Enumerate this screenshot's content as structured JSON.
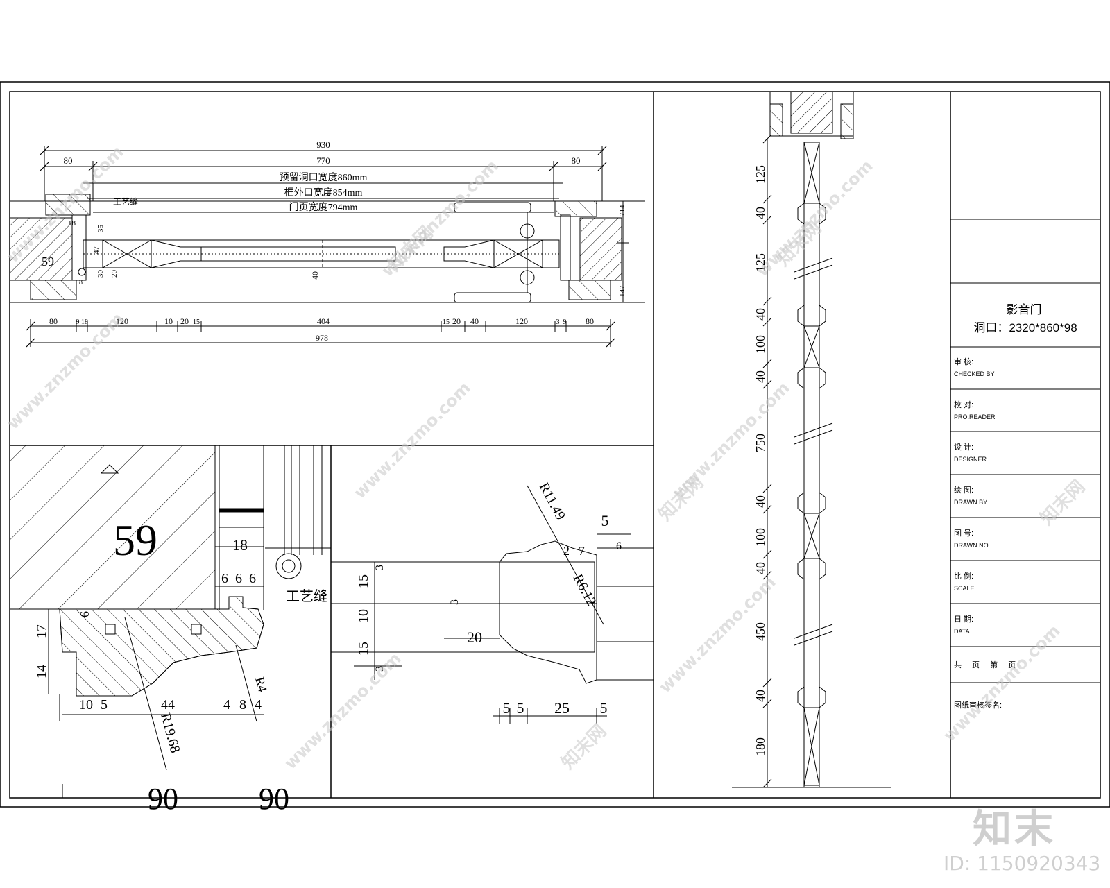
{
  "title_block": {
    "project_name": "影音门",
    "opening_size": "洞口：2320*860*98",
    "rows": [
      {
        "cn": "审 核:",
        "en": "CHECKED BY"
      },
      {
        "cn": "校 对:",
        "en": "PRO.READER"
      },
      {
        "cn": "设 计:",
        "en": "DESIGNER"
      },
      {
        "cn": "绘 图:",
        "en": "DRAWN BY"
      },
      {
        "cn": "图 号:",
        "en": "DRAWN NO"
      },
      {
        "cn": "比 例:",
        "en": "SCALE"
      },
      {
        "cn": "日 期:",
        "en": "DATA"
      },
      {
        "cn": "共 页 第 页",
        "en": ""
      },
      {
        "cn": "图纸审核签名:",
        "en": ""
      }
    ]
  },
  "plan_view": {
    "dim_overall": "930",
    "dim_left": "80",
    "dim_middle": "770",
    "dim_right": "80",
    "note_opening": "预留洞口宽度860mm",
    "note_frame": "框外口宽度854mm",
    "note_leaf": "门页宽度794mm",
    "label_gap": "工艺缝",
    "label_59": "59",
    "label_40": "40",
    "label_714": "714",
    "label_147": "147",
    "label_18": "18",
    "label_30": "30",
    "label_20": "20",
    "label_47": "47",
    "label_35": "35",
    "label_8": "8",
    "bottom_dims": [
      "80",
      "9",
      "18",
      "120",
      "10",
      "20",
      "15",
      "404",
      "15",
      "20",
      "40",
      "120",
      "3",
      "9",
      "80"
    ],
    "bottom_total": "978"
  },
  "detail_a": {
    "label_59": "59",
    "dims": [
      "18",
      "6",
      "6",
      "6",
      "6",
      "17",
      "14",
      "10",
      "5",
      "44",
      "4",
      "8",
      "4",
      "R4",
      "R19.68"
    ],
    "label_gap": "工艺缝",
    "partial_bottom": [
      "90",
      "90"
    ]
  },
  "detail_b": {
    "dims_left": [
      "15",
      "10",
      "15",
      "3",
      "3",
      "3"
    ],
    "dim_20": "20",
    "radius_1": "R11.49",
    "radius_2": "R6.12",
    "dim_5_top": "5",
    "dim_2": "2",
    "dim_7": "7",
    "dim_6": "6",
    "bottom_dims": [
      "5",
      "5",
      "25",
      "5"
    ]
  },
  "section_view": {
    "dims": [
      "125",
      "40",
      "125",
      "40",
      "100",
      "40",
      "750",
      "40",
      "100",
      "40",
      "450",
      "40",
      "180"
    ]
  },
  "watermark": {
    "site": "www.znzmo.com",
    "brand_cn": "知末网",
    "logo": "知末",
    "id_text": "ID: 1150920343"
  }
}
